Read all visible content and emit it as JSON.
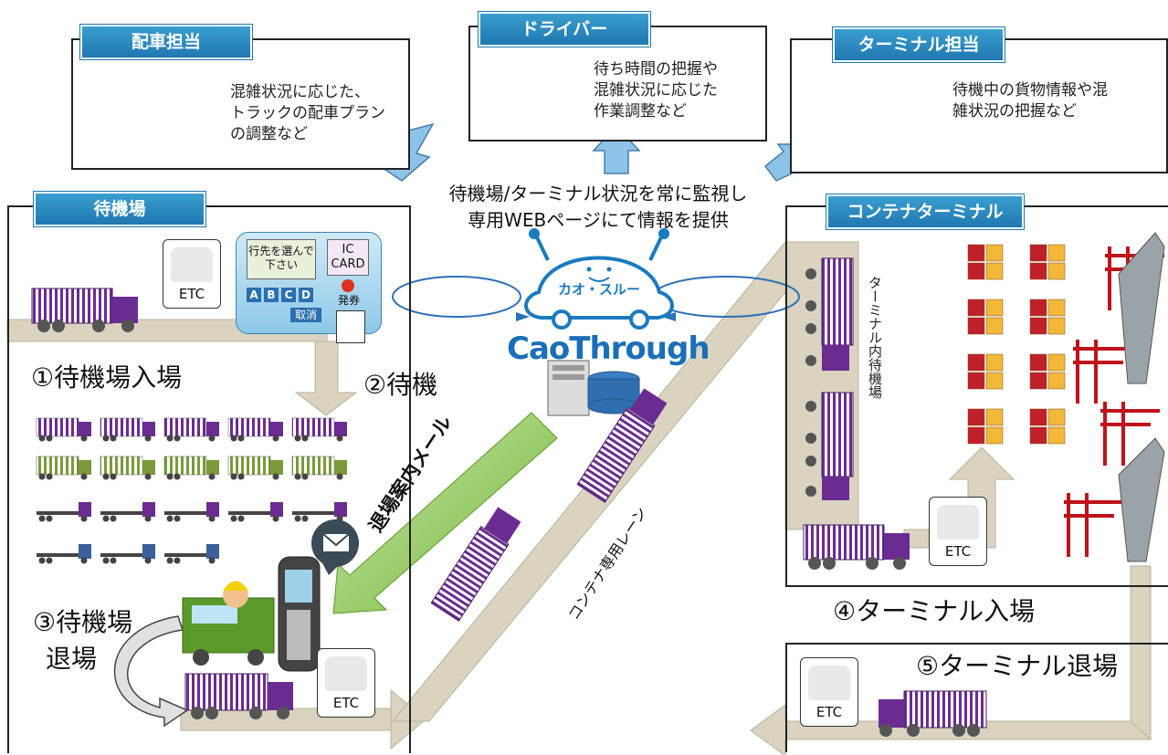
{
  "panels": {
    "dispatcher": {
      "title": "配車担当",
      "desc_lines": [
        "混雑状況に応じた、",
        "トラックの配車プラン",
        "の調整など"
      ]
    },
    "driver": {
      "title": "ドライバー",
      "desc_lines": [
        "待ち時間の把握や",
        "混雑状況に応じた",
        "作業調整など"
      ]
    },
    "terminal_staff": {
      "title": "ターミナル担当",
      "desc_lines": [
        "待機中の貨物情報や混",
        "雑状況の把握など"
      ]
    },
    "waiting_area": {
      "title": "待機場"
    },
    "container_terminal": {
      "title": "コンテナターミナル"
    }
  },
  "center": {
    "lines": [
      "待機場/ターミナル状況を常に監視し",
      "専用WEBページにて情報を提供"
    ],
    "logo_jp": "カオ・スルー",
    "logo_en": "CaoThrough"
  },
  "kiosk": {
    "prompt": "行先を選んで下さい",
    "ic": "IC",
    "card": "CARD",
    "buttons": [
      "A",
      "B",
      "C",
      "D"
    ],
    "issue": "発券",
    "cancel": "取消"
  },
  "etc_label": "ETC",
  "steps": {
    "s1": "①待機場入場",
    "s2": "②待機",
    "s3a": "③待機場",
    "s3b": "退場",
    "s4": "④ターミナル入場",
    "s5": "⑤ターミナル退場"
  },
  "labels": {
    "exit_mail": "退場案内メール",
    "container_lane": "コンテナ専用レーン",
    "terminal_waiting": "ターミナル内待機場"
  },
  "colors": {
    "tab": "#2a8cc4",
    "road": "#d9d3bf",
    "truck": "#6a2c91",
    "arrow_blue": "#8ec3e8",
    "green_arrow": "#7dc242"
  }
}
